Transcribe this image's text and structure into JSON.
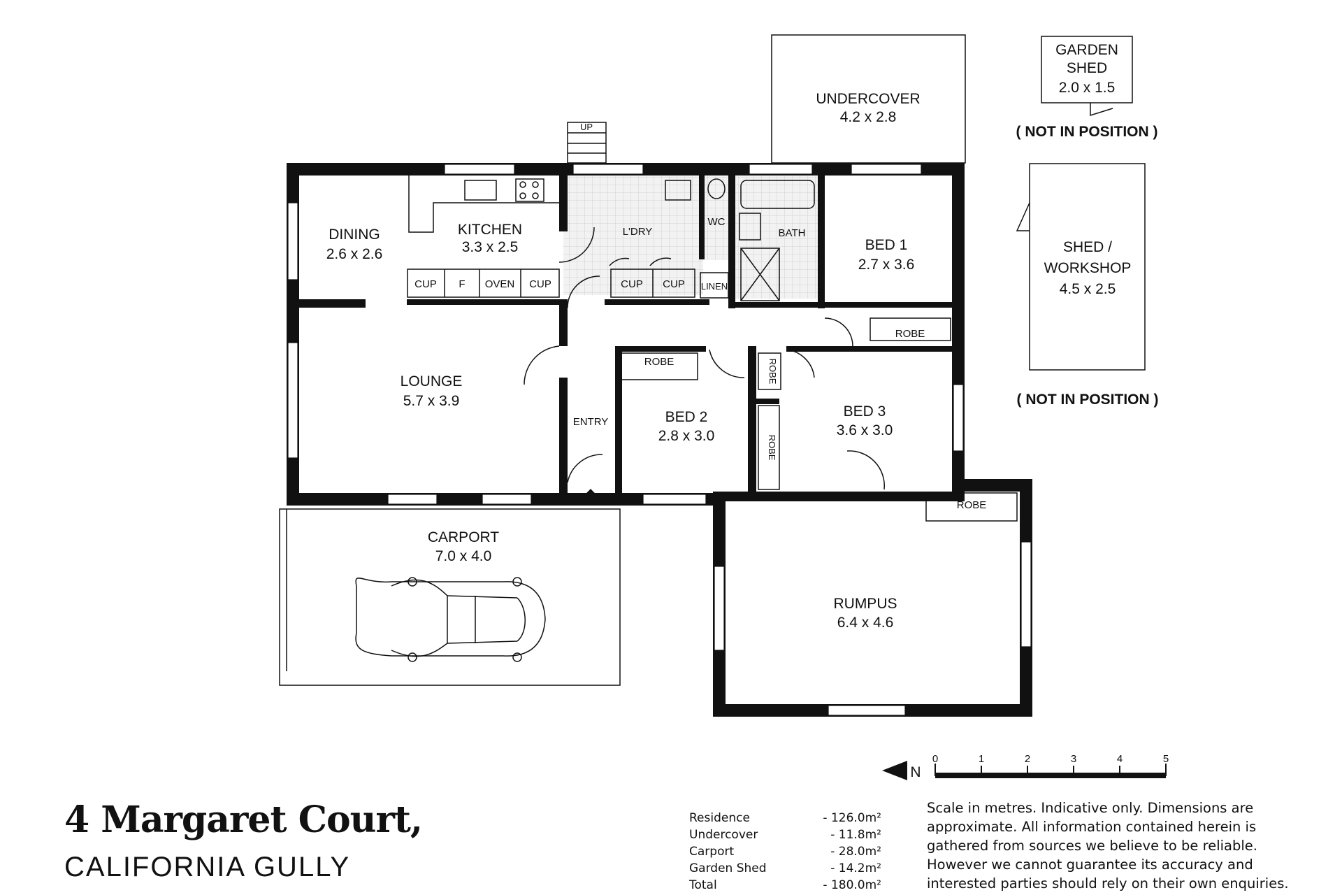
{
  "rooms": {
    "undercover": {
      "name": "UNDERCOVER",
      "dims": "4.2 x 2.8"
    },
    "garden_shed": {
      "name_line1": "GARDEN",
      "name_line2": "SHED",
      "dims": "2.0 x 1.5"
    },
    "not_in_position_1": "( NOT IN POSITION )",
    "shed_workshop": {
      "name_line1": "SHED /",
      "name_line2": "WORKSHOP",
      "dims": "4.5 x 2.5"
    },
    "not_in_position_2": "( NOT IN POSITION )",
    "dining": {
      "name": "DINING",
      "dims": "2.6 x 2.6"
    },
    "kitchen": {
      "name": "KITCHEN",
      "dims": "3.3 x 2.5"
    },
    "laundry": {
      "name": "L'DRY"
    },
    "wc": {
      "name": "WC"
    },
    "bath": {
      "name": "BATH"
    },
    "bed1": {
      "name": "BED 1",
      "dims": "2.7 x 3.6"
    },
    "lounge": {
      "name": "LOUNGE",
      "dims": "5.7 x 3.9"
    },
    "entry": {
      "name": "ENTRY"
    },
    "bed2": {
      "name": "BED 2",
      "dims": "2.8 x 3.0"
    },
    "bed3": {
      "name": "BED 3",
      "dims": "3.6 x 3.0"
    },
    "carport": {
      "name": "CARPORT",
      "dims": "7.0 x 4.0"
    },
    "rumpus": {
      "name": "RUMPUS",
      "dims": "6.4 x 4.6"
    }
  },
  "fixtures": {
    "cup": "CUP",
    "fridge": "F",
    "oven": "OVEN",
    "linen": "LINEN",
    "robe": "ROBE",
    "up": "UP"
  },
  "scale": {
    "north": "N",
    "ticks": [
      "0",
      "1",
      "2",
      "3",
      "4",
      "5"
    ]
  },
  "address": {
    "street": "4 Margaret Court,",
    "suburb": "CALIFORNIA GULLY"
  },
  "areas": [
    {
      "name": "Residence",
      "value": "- 126.0m²"
    },
    {
      "name": "Undercover",
      "value": "-   11.8m²"
    },
    {
      "name": "Carport",
      "value": "-   28.0m²"
    },
    {
      "name": "Garden Shed",
      "value": "-   14.2m²"
    },
    {
      "name": "Total",
      "value": "- 180.0m²"
    }
  ],
  "disclaimer": "Scale in metres. Indicative only. Dimensions are approximate. All information contained herein is gathered from sources we believe to be reliable. However we cannot guarantee its accuracy and interested parties should rely on their own enquiries."
}
